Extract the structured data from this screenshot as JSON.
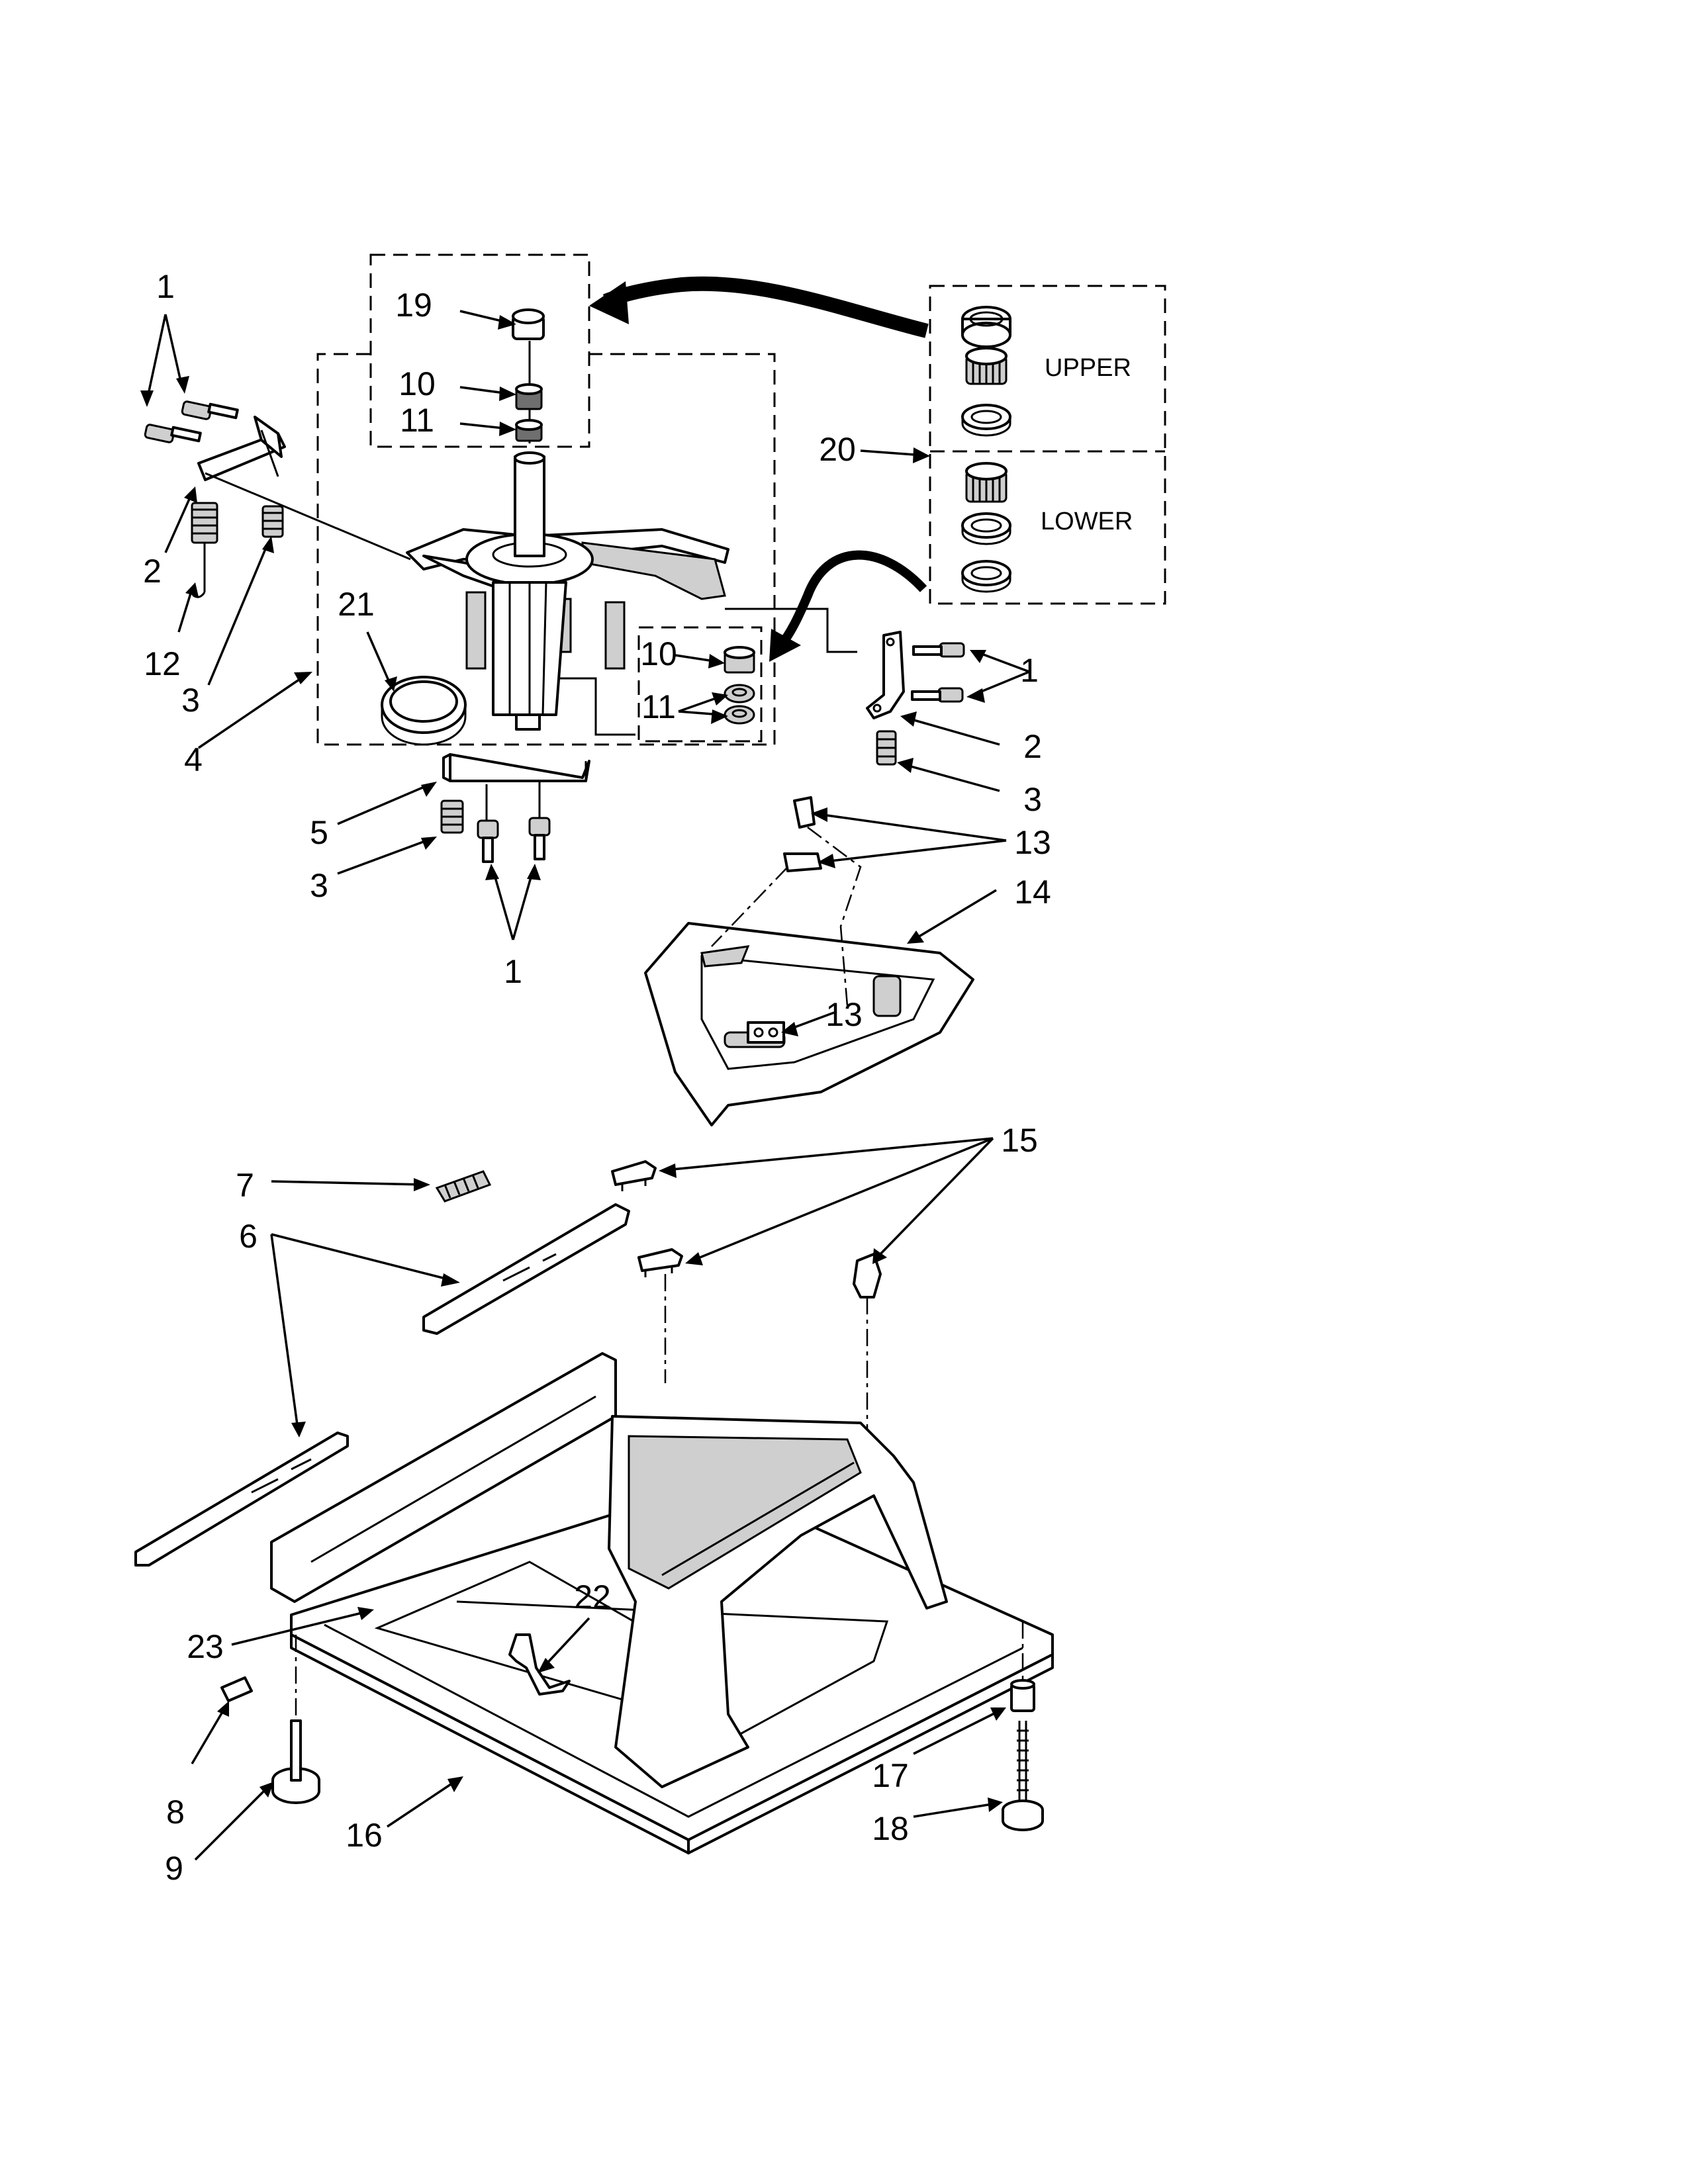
{
  "callouts": [
    {
      "id": "c1a",
      "text": "1"
    },
    {
      "id": "c19",
      "text": "19"
    },
    {
      "id": "c10a",
      "text": "10"
    },
    {
      "id": "c11a",
      "text": "11"
    },
    {
      "id": "c20",
      "text": "20"
    },
    {
      "id": "c2a",
      "text": "2"
    },
    {
      "id": "c12",
      "text": "12"
    },
    {
      "id": "c3a",
      "text": "3"
    },
    {
      "id": "c21",
      "text": "21"
    },
    {
      "id": "c4",
      "text": "4"
    },
    {
      "id": "c10b",
      "text": "10"
    },
    {
      "id": "c11b",
      "text": "11"
    },
    {
      "id": "c1b",
      "text": "1"
    },
    {
      "id": "c2b",
      "text": "2"
    },
    {
      "id": "c3b",
      "text": "3"
    },
    {
      "id": "c5",
      "text": "5"
    },
    {
      "id": "c3c",
      "text": "3"
    },
    {
      "id": "c1c",
      "text": "1"
    },
    {
      "id": "c13a",
      "text": "13"
    },
    {
      "id": "c14",
      "text": "14"
    },
    {
      "id": "c13b",
      "text": "13"
    },
    {
      "id": "c15",
      "text": "15"
    },
    {
      "id": "c7",
      "text": "7"
    },
    {
      "id": "c6",
      "text": "6"
    },
    {
      "id": "c22",
      "text": "22"
    },
    {
      "id": "c23",
      "text": "23"
    },
    {
      "id": "c8",
      "text": "8"
    },
    {
      "id": "c9",
      "text": "9"
    },
    {
      "id": "c16",
      "text": "16"
    },
    {
      "id": "c17",
      "text": "17"
    },
    {
      "id": "c18",
      "text": "18"
    }
  ],
  "bearing_kit": {
    "upper_label": "UPPER",
    "lower_label": "LOWER"
  }
}
